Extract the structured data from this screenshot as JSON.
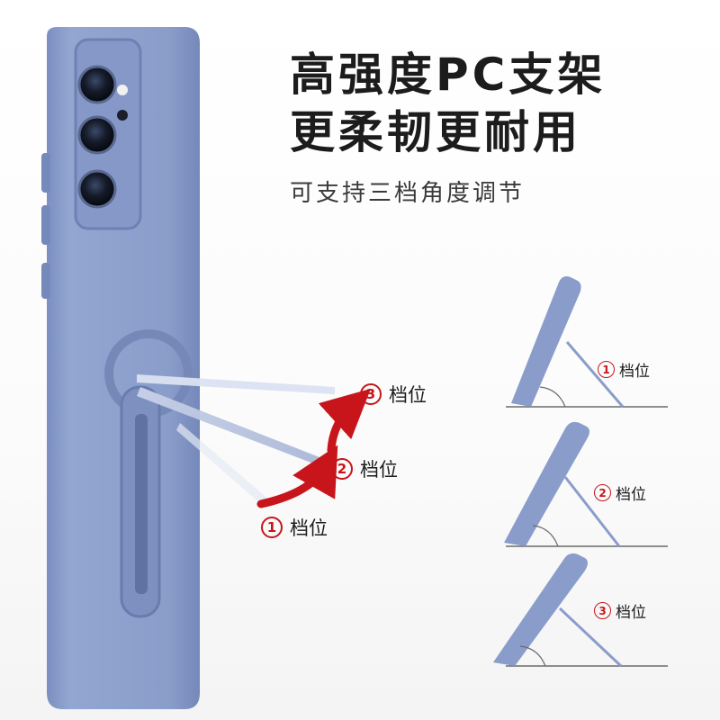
{
  "headline": {
    "line1": "高强度PC支架",
    "line2": "更柔韧更耐用",
    "subtitle": "可支持三档角度调节"
  },
  "gear_word": "档位",
  "gears": [
    {
      "number": "1"
    },
    {
      "number": "2"
    },
    {
      "number": "3"
    }
  ],
  "colors": {
    "case": "#8a9dca",
    "case_shadow": "#6f83b4",
    "accent_red": "#c7151b",
    "text": "#1c1c1c"
  },
  "icons": [
    "circled-number-1",
    "circled-number-2",
    "circled-number-3",
    "curved-arrow",
    "phone-case",
    "camera-lens"
  ]
}
